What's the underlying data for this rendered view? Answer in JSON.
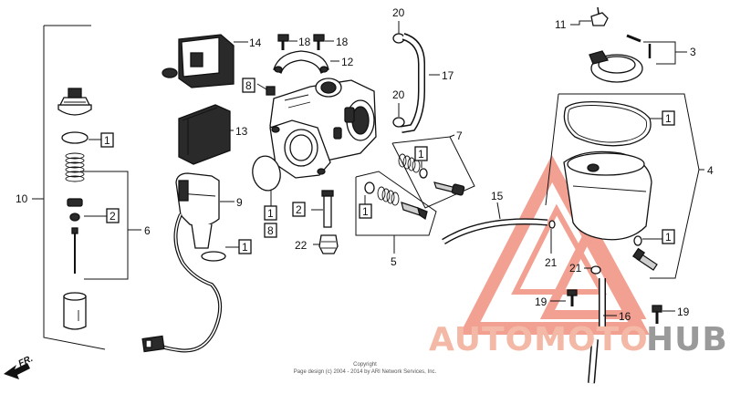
{
  "callouts": {
    "c1": "1",
    "c2": "2",
    "c3": "3",
    "c4": "4",
    "c5": "5",
    "c6": "6",
    "c7": "7",
    "c8": "8",
    "c9": "9",
    "c10": "10",
    "c11": "11",
    "c12": "12",
    "c13": "13",
    "c14": "14",
    "c15": "15",
    "c16": "16",
    "c17": "17",
    "c18": "18",
    "c19": "19",
    "c20": "20",
    "c21": "21",
    "c22": "22"
  },
  "direction_label": "FR.",
  "copyright": {
    "line1": "Copyright",
    "line2": "Page design (c) 2004 - 2014 by ARI Network Services, Inc."
  },
  "watermark": {
    "part1": "AUTOMOTO",
    "part2": "HUB",
    "colors": {
      "triangle": "#e8533a",
      "part1": "#f3b9a6",
      "part2": "#9a9a9a"
    }
  }
}
